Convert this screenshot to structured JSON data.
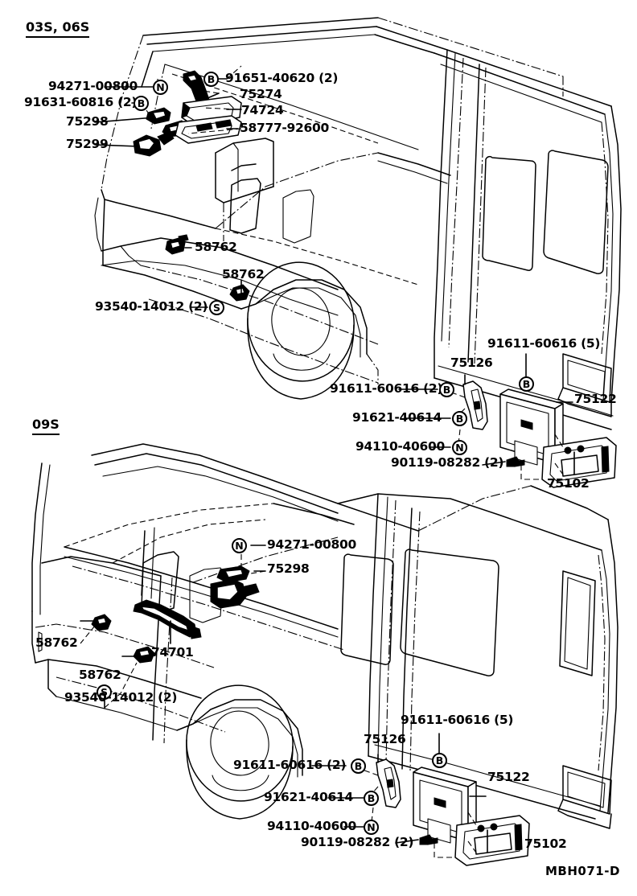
{
  "diagram": {
    "footer_code": "MBH071-D",
    "sections": [
      {
        "id": "upper",
        "header": "03S, 06S"
      },
      {
        "id": "lower",
        "header": "09S"
      }
    ]
  },
  "upper_section": {
    "header": "03S, 06S",
    "callouts": [
      {
        "name": "callout-94271-00800",
        "text": "94271-00800",
        "marker": "N"
      },
      {
        "name": "callout-91631-60816",
        "text": "91631-60816 (2)",
        "marker": "B"
      },
      {
        "name": "callout-75298",
        "text": "75298",
        "marker": ""
      },
      {
        "name": "callout-75299",
        "text": "75299",
        "marker": ""
      },
      {
        "name": "callout-91651-40620",
        "text": "91651-40620 (2)",
        "marker": "B"
      },
      {
        "name": "callout-75274",
        "text": "75274",
        "marker": ""
      },
      {
        "name": "callout-74724",
        "text": "74724",
        "marker": ""
      },
      {
        "name": "callout-58777-92600",
        "text": "58777-92600",
        "marker": ""
      },
      {
        "name": "callout-58762-a",
        "text": "58762",
        "marker": ""
      },
      {
        "name": "callout-58762-b",
        "text": "58762",
        "marker": ""
      },
      {
        "name": "callout-93540-14012",
        "text": "93540-14012 (2)",
        "marker": "S"
      },
      {
        "name": "callout-91611-60616-2",
        "text": "91611-60616 (2)",
        "marker": "B"
      },
      {
        "name": "callout-91621-40614",
        "text": "91621-40614",
        "marker": "B"
      },
      {
        "name": "callout-94110-40600",
        "text": "94110-40600",
        "marker": "N"
      },
      {
        "name": "callout-90119-08282",
        "text": "90119-08282 (2)",
        "marker": ""
      },
      {
        "name": "callout-75126",
        "text": "75126",
        "marker": ""
      },
      {
        "name": "callout-91611-60616-5",
        "text": "91611-60616 (5)",
        "marker": "B"
      },
      {
        "name": "callout-75122",
        "text": "75122",
        "marker": ""
      },
      {
        "name": "callout-75102",
        "text": "75102",
        "marker": ""
      }
    ]
  },
  "lower_section": {
    "header": "09S",
    "callouts": [
      {
        "name": "callout-94271-00800",
        "text": "94271-00800",
        "marker": "N"
      },
      {
        "name": "callout-75298",
        "text": "75298",
        "marker": ""
      },
      {
        "name": "callout-74701",
        "text": "74701",
        "marker": ""
      },
      {
        "name": "callout-58762-a",
        "text": "58762",
        "marker": ""
      },
      {
        "name": "callout-58762-b",
        "text": "58762",
        "marker": ""
      },
      {
        "name": "callout-93540-14012",
        "text": "93540-14012 (2)",
        "marker": "S"
      },
      {
        "name": "callout-91611-60616-2",
        "text": "91611-60616 (2)",
        "marker": "B"
      },
      {
        "name": "callout-91621-40614",
        "text": "91621-40614",
        "marker": "B"
      },
      {
        "name": "callout-94110-40600",
        "text": "94110-40600",
        "marker": "N"
      },
      {
        "name": "callout-90119-08282",
        "text": "90119-08282 (2)",
        "marker": ""
      },
      {
        "name": "callout-75126",
        "text": "75126",
        "marker": ""
      },
      {
        "name": "callout-91611-60616-5",
        "text": "91611-60616 (5)",
        "marker": "B"
      },
      {
        "name": "callout-75122",
        "text": "75122",
        "marker": ""
      },
      {
        "name": "callout-75102",
        "text": "75102",
        "marker": ""
      }
    ]
  },
  "labels": {
    "u_94271": "94271-00800",
    "u_91631": "91631-60816 (2)",
    "u_75298": "75298",
    "u_75299": "75299",
    "u_91651": "91651-40620 (2)",
    "u_75274": "75274",
    "u_74724": "74724",
    "u_58777": "58777-92600",
    "u_58762a": "58762",
    "u_58762b": "58762",
    "u_93540": "93540-14012 (2)",
    "u_91611b": "91611-60616 (2)",
    "u_91621": "91621-40614",
    "u_94110": "94110-40600",
    "u_90119": "90119-08282 (2)",
    "u_75126": "75126",
    "u_91611a": "91611-60616 (5)",
    "u_75122": "75122",
    "u_75102": "75102",
    "l_94271": "94271-00800",
    "l_75298": "75298",
    "l_74701": "74701",
    "l_58762a": "58762",
    "l_58762b": "58762",
    "l_93540": "93540-14012 (2)",
    "l_91611b": "91611-60616 (2)",
    "l_91621": "91621-40614",
    "l_94110": "94110-40600",
    "l_90119": "90119-08282 (2)",
    "l_75126": "75126",
    "l_91611a": "91611-60616 (5)",
    "l_75122": "75122",
    "l_75102": "75102",
    "hdr_upper": "03S, 06S",
    "hdr_lower": "09S",
    "footer": "MBH071-D",
    "mark_b": "B",
    "mark_n": "N",
    "mark_s": "S"
  },
  "style": {
    "ink": "#000000",
    "paper": "#ffffff"
  }
}
